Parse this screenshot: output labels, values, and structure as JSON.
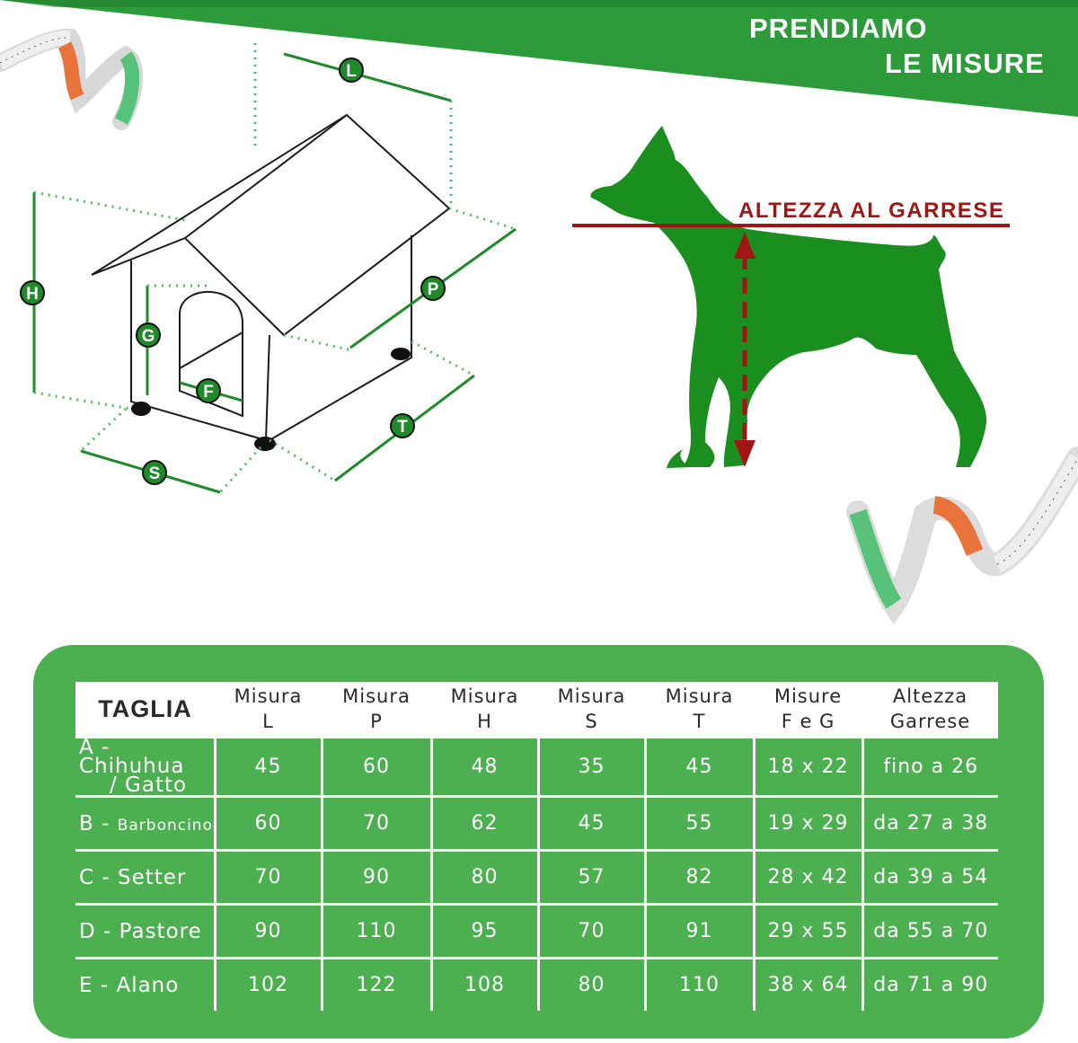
{
  "banner": {
    "line1": "PRENDIAMO",
    "line2": "LE MISURE",
    "color": "#2e9b3a"
  },
  "house_labels": [
    "L",
    "P",
    "H",
    "G",
    "F",
    "S",
    "T"
  ],
  "dog": {
    "label": "ALTEZZA AL GARRESE",
    "dog_color": "#1a8f1f",
    "line_color": "#a31515"
  },
  "table": {
    "header": {
      "taglia": "TAGLIA",
      "cols": [
        [
          "Misura",
          "L"
        ],
        [
          "Misura",
          "P"
        ],
        [
          "Misura",
          "H"
        ],
        [
          "Misura",
          "S"
        ],
        [
          "Misura",
          "T"
        ],
        [
          "Misure",
          "F e G"
        ],
        [
          "Altezza",
          "Garrese"
        ]
      ]
    },
    "rows": [
      {
        "size_a": "A - Chihuhua",
        "size_b": "/ Gatto",
        "values": [
          "45",
          "60",
          "48",
          "35",
          "45",
          "18 x 22",
          "fino a 26"
        ]
      },
      {
        "size_a": "B -",
        "size_b": "Barboncino",
        "values": [
          "60",
          "70",
          "62",
          "45",
          "55",
          "19 x 29",
          "da 27 a 38"
        ]
      },
      {
        "size_a": "C - Setter",
        "size_b": "",
        "values": [
          "70",
          "90",
          "80",
          "57",
          "82",
          "28 x 42",
          "da 39 a 54"
        ]
      },
      {
        "size_a": "D - Pastore",
        "size_b": "",
        "values": [
          "90",
          "110",
          "95",
          "70",
          "91",
          "29 x 55",
          "da 55 a 70"
        ]
      },
      {
        "size_a": "E - Alano",
        "size_b": "",
        "values": [
          "102",
          "122",
          "108",
          "80",
          "110",
          "38 x 64",
          "da 71 a 90"
        ]
      }
    ],
    "panel_color": "#4caf50"
  }
}
